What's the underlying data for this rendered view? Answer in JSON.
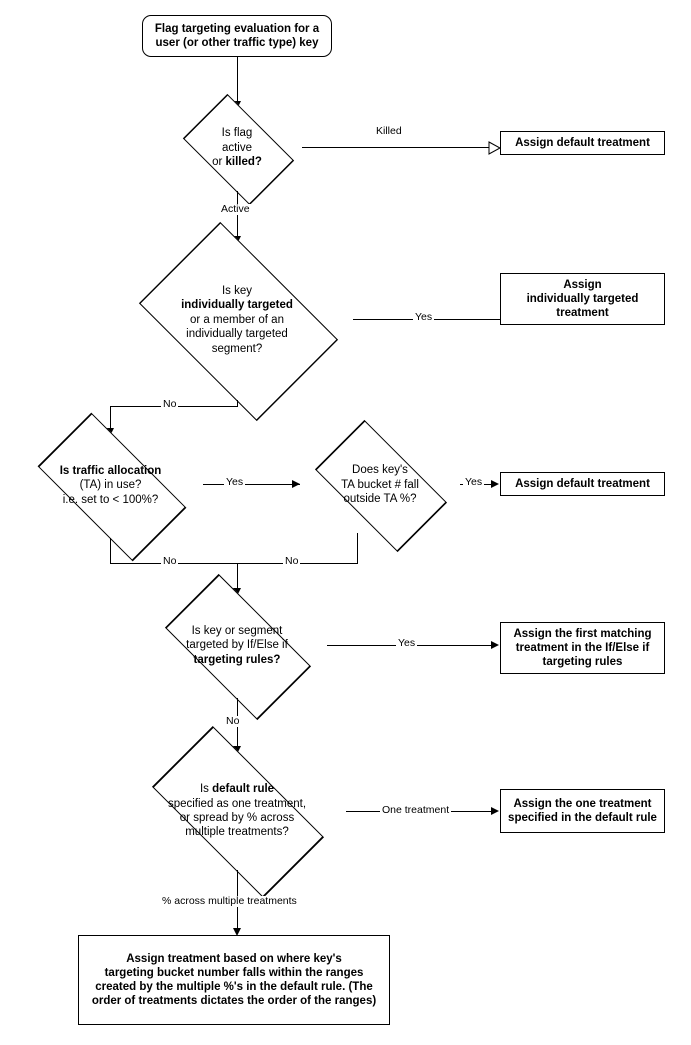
{
  "diagram": {
    "type": "flowchart",
    "title": "Flag targeting evaluation flow",
    "background": "#ffffff",
    "line_color": "#000000"
  },
  "nodes": {
    "start": {
      "shape": "terminator",
      "line1": "Flag targeting evaluation for a",
      "line2": "user (or other traffic type) key"
    },
    "decision_active_killed": {
      "shape": "diamond",
      "line1": "Is flag",
      "line2": "active",
      "line3_prefix": "or ",
      "line3_bold": "killed?"
    },
    "assign_default_1": {
      "shape": "box",
      "line1": "Assign default treatment"
    },
    "decision_individually_targeted": {
      "shape": "diamond",
      "line1": "Is key",
      "line2_bold": "individually targeted",
      "line3": "or a member of an",
      "line4": "individually targeted",
      "line5": "segment?"
    },
    "assign_individually_targeted": {
      "shape": "box",
      "line1": "Assign",
      "line2": "individually targeted",
      "line3": "treatment"
    },
    "decision_traffic_allocation": {
      "shape": "diamond",
      "line1_bold": "Is traffic allocation",
      "line2": "(TA) in use?",
      "line3": "i.e. set to < 100%?"
    },
    "decision_ta_bucket": {
      "shape": "diamond",
      "line1": "Does key's",
      "line2": "TA bucket # fall",
      "line3": "outside TA %?"
    },
    "assign_default_2": {
      "shape": "box",
      "line1": "Assign default treatment"
    },
    "decision_if_else": {
      "shape": "diamond",
      "line1": "Is key or segment",
      "line2": "targeted by If/Else if",
      "line3_bold": "targeting rules?"
    },
    "assign_first_matching": {
      "shape": "box",
      "line1": "Assign the first matching",
      "line2": "treatment in the If/Else if",
      "line3": "targeting rules"
    },
    "decision_default_rule": {
      "shape": "diamond",
      "line1_prefix": "Is ",
      "line1_bold": "default rule",
      "line2": "specified as one treatment,",
      "line3": "or spread by % across",
      "line4": "multiple treatments?"
    },
    "assign_one_treatment": {
      "shape": "box",
      "line1": "Assign the one treatment",
      "line2": "specified in the default rule"
    },
    "assign_by_ranges": {
      "shape": "box",
      "line1": "Assign treatment based on where key's",
      "line2": "targeting bucket number falls within the ranges",
      "line3": "created by the multiple %'s in the default rule. (The",
      "line4": "order of treatments dictates the order of the ranges)"
    }
  },
  "edges": {
    "killed": "Killed",
    "active": "Active",
    "individually_yes": "Yes",
    "individually_no": "No",
    "ta_yes": "Yes",
    "ta_no": "No",
    "bucket_yes": "Yes",
    "bucket_no": "No",
    "ifelse_yes": "Yes",
    "ifelse_no": "No",
    "default_one_treatment": "One treatment",
    "default_percent_across": "% across multiple treatments"
  }
}
